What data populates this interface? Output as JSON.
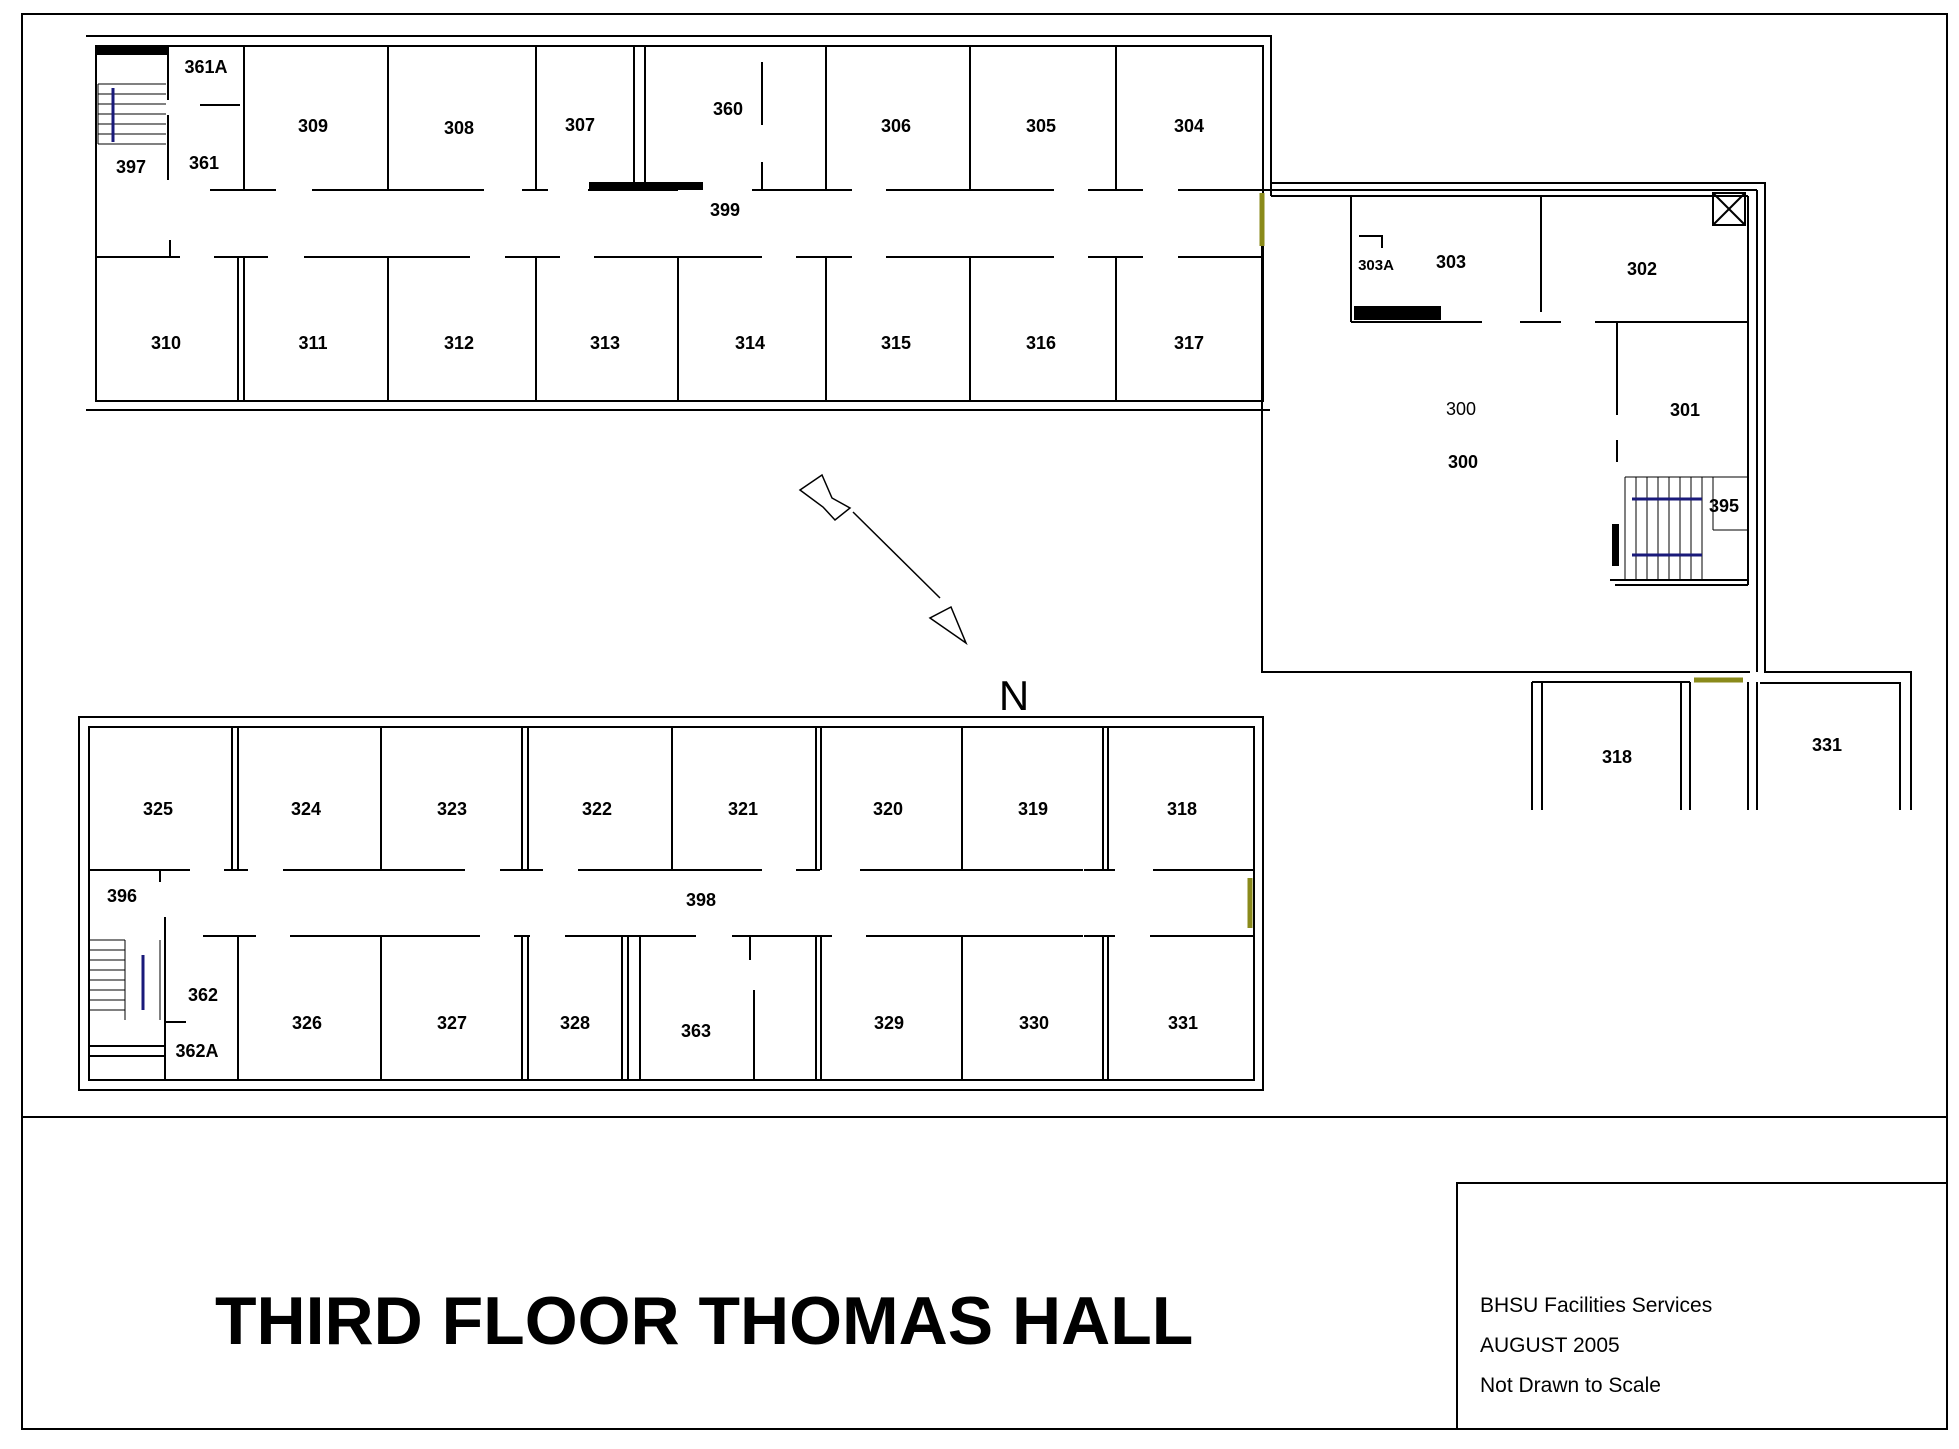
{
  "title": "THIRD FLOOR THOMAS HALL",
  "info": {
    "line1": "BHSU Facilities Services",
    "line2": "AUGUST 2005",
    "line3": "Not Drawn to Scale"
  },
  "north_label": "N",
  "rooms": {
    "r361a": "361A",
    "r361": "361",
    "r397": "397",
    "r309": "309",
    "r308": "308",
    "r307": "307",
    "r360": "360",
    "r306": "306",
    "r305": "305",
    "r304": "304",
    "r399": "399",
    "r310": "310",
    "r311": "311",
    "r312": "312",
    "r313": "313",
    "r314": "314",
    "r315": "315",
    "r316": "316",
    "r317": "317",
    "r303a": "303A",
    "r303": "303",
    "r302": "302",
    "r300a": "300",
    "r300b": "300",
    "r301": "301",
    "r395": "395",
    "r318e": "318",
    "r331e": "331",
    "r325": "325",
    "r324": "324",
    "r323": "323",
    "r322": "322",
    "r321": "321",
    "r320": "320",
    "r319": "319",
    "r318": "318",
    "r396": "396",
    "r398": "398",
    "r362": "362",
    "r362a": "362A",
    "r326": "326",
    "r327": "327",
    "r328": "328",
    "r363": "363",
    "r329": "329",
    "r330": "330",
    "r331": "331"
  },
  "colors": {
    "wall": "#000000",
    "door_accent": "#8a8a1a",
    "stair_rail": "#1a1a7a"
  }
}
